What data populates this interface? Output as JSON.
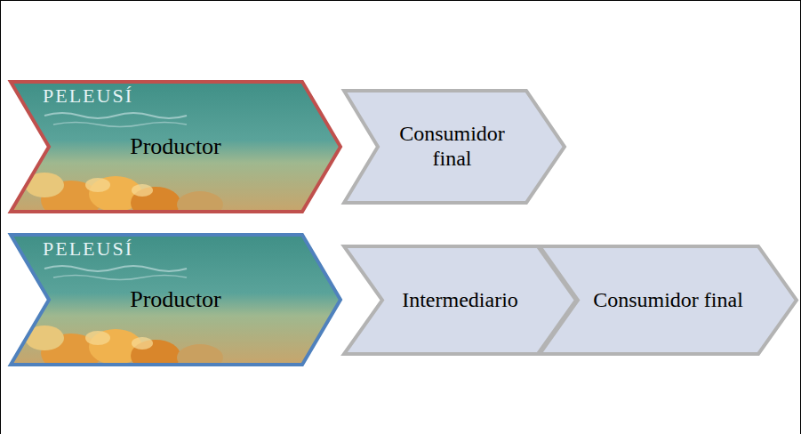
{
  "diagram": {
    "nodes": [
      {
        "text": [
          "Productor"
        ]
      },
      {
        "text": [
          "Consumidor final"
        ]
      },
      {
        "text": [
          "Productor"
        ]
      },
      {
        "text": [
          "Intermediario"
        ]
      },
      {
        "text": [
          "Consumidor final"
        ]
      }
    ],
    "labels": [
      "PELEUSÍ",
      "PELEUSÍ"
    ]
  }
}
